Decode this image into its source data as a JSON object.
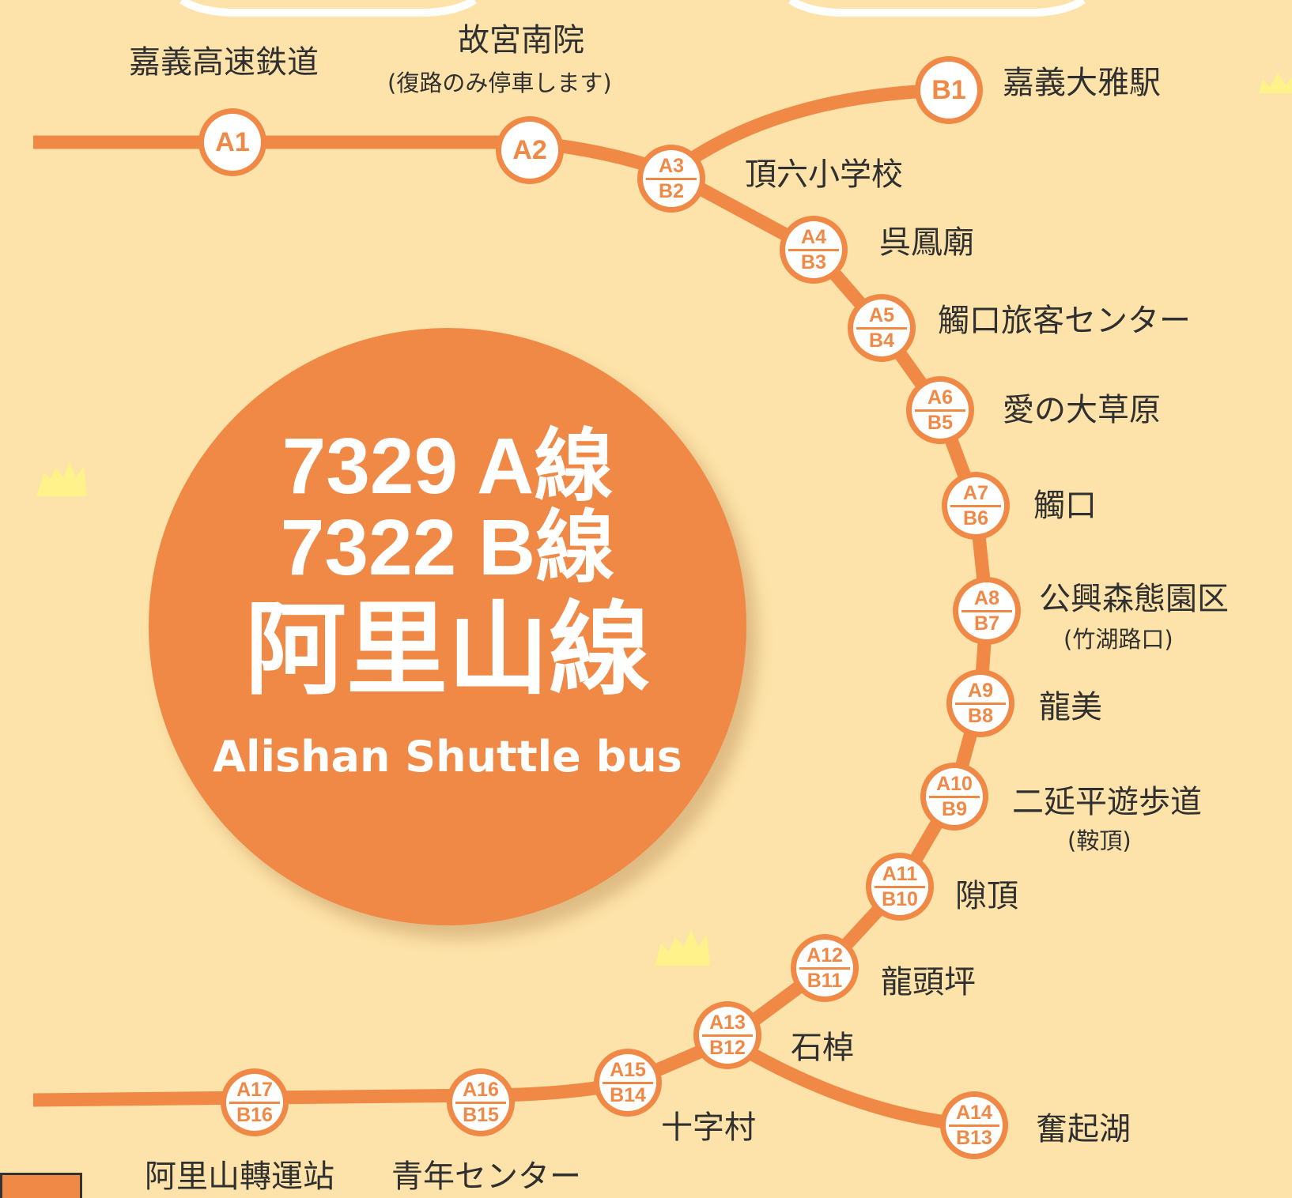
{
  "badge": {
    "line_a": "7329 A線",
    "line_b": "7322 B線",
    "title": "阿里山線",
    "english": "Alishan Shuttle bus"
  },
  "colors": {
    "background": "#fde3a9",
    "route": "#f08846",
    "stop_fill": "#ffffff",
    "label_text": "#303030",
    "badge": "#f08846",
    "crown": "#fff28a"
  },
  "stops": [
    {
      "a": "A1",
      "name": "嘉義高速鉄道"
    },
    {
      "a": "A2",
      "name": "故宮南院",
      "note": "(復路のみ停車します)"
    },
    {
      "b": "B1",
      "name": "嘉義大雅駅"
    },
    {
      "a": "A3",
      "b": "B2",
      "name": "頂六小学校"
    },
    {
      "a": "A4",
      "b": "B3",
      "name": "呉鳳廟"
    },
    {
      "a": "A5",
      "b": "B4",
      "name": "觸口旅客センター"
    },
    {
      "a": "A6",
      "b": "B5",
      "name": "愛の大草原"
    },
    {
      "a": "A7",
      "b": "B6",
      "name": "觸口"
    },
    {
      "a": "A8",
      "b": "B7",
      "name": "公興森態園区",
      "note": "(竹湖路口)"
    },
    {
      "a": "A9",
      "b": "B8",
      "name": "龍美"
    },
    {
      "a": "A10",
      "b": "B9",
      "name": "二延平遊歩道",
      "note": "(鞍頂)"
    },
    {
      "a": "A11",
      "b": "B10",
      "name": "隙頂"
    },
    {
      "a": "A12",
      "b": "B11",
      "name": "龍頭坪"
    },
    {
      "a": "A13",
      "b": "B12",
      "name": "石棹"
    },
    {
      "a": "A14",
      "b": "B13",
      "name": "奮起湖"
    },
    {
      "a": "A15",
      "b": "B14",
      "name": "十字村"
    },
    {
      "a": "A16",
      "b": "B15",
      "name": "青年センター"
    },
    {
      "a": "A17",
      "b": "B16",
      "name": "阿里山轉運站"
    }
  ]
}
